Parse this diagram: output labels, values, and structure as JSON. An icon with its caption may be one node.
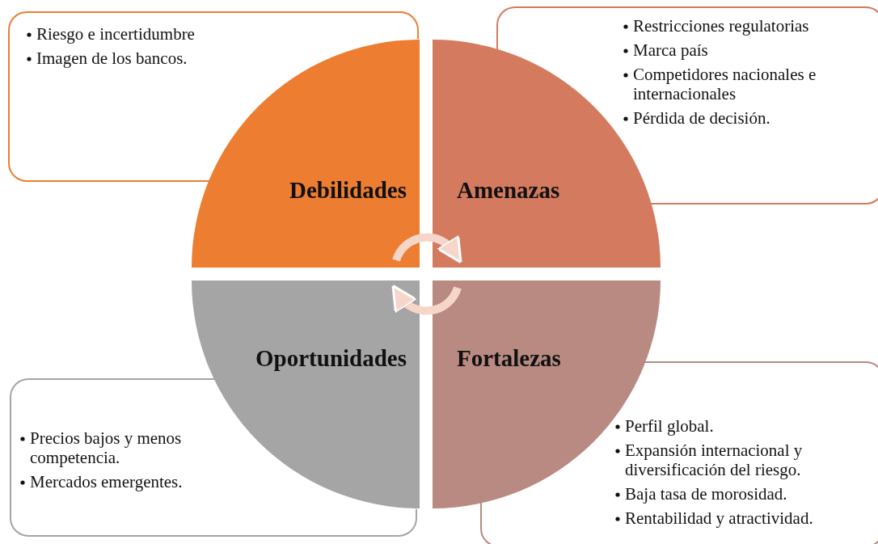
{
  "diagram": {
    "nodes": [
      {
        "text": [
          "Riesgo e incertidumbre",
          "Imagen de los bancos."
        ]
      },
      {
        "text": [
          "Debilidades"
        ]
      },
      {
        "text": [
          "Restricciones regulatorias",
          "Marca país",
          "Competidores nacionales e internacionales",
          "Pérdida de decisión."
        ]
      },
      {
        "text": [
          "Amenazas"
        ]
      },
      {
        "text": [
          "Oportunidades"
        ]
      },
      {
        "text": [
          "Fortalezas"
        ]
      },
      {
        "text": [
          "Precios bajos y menos competencia.",
          "Mercados emergentes."
        ]
      },
      {
        "text": [
          "Perfil global.",
          "Expansión internacional y diversificación del riesgo.",
          "Baja tasa de morosidad.",
          "Rentabilidad y atractividad."
        ]
      }
    ],
    "edges": [
      {
        "from": 1,
        "to": 3,
        "arrow": "to"
      },
      {
        "from": 5,
        "to": 4,
        "arrow": "to"
      }
    ]
  }
}
